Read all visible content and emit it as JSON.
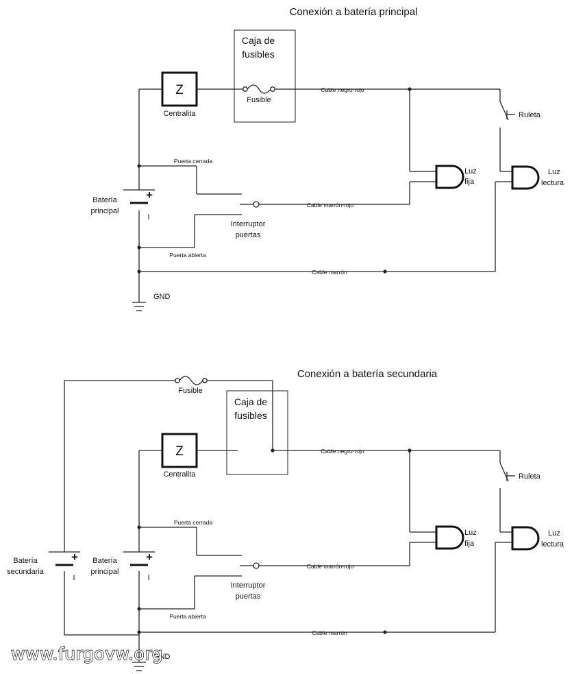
{
  "diagram1": {
    "title": "Conexión a batería principal",
    "fuse_box_line1": "Caja de",
    "fuse_box_line2": "fusibles",
    "fuse_label": "Fusible",
    "unit_symbol": "Z",
    "unit_label": "Centralita",
    "wire_black_red": "Cable negro-rojo",
    "wire_brown_red": "Cable marrón-rojo",
    "wire_brown": "Cable marrón",
    "door_closed": "Puerta cerrada",
    "door_open": "Puerta abierta",
    "battery_line1": "Batería",
    "battery_line2": "principal",
    "battery_plus": "+",
    "battery_minus": "I",
    "switch_line1": "Interruptor",
    "switch_line2": "puertas",
    "fixed_light_line1": "Luz",
    "fixed_light_line2": "fija",
    "reading_light_line1": "Luz",
    "reading_light_line2": "lectura",
    "dimmer_label": "Ruleta",
    "ground_label": "GND"
  },
  "diagram2": {
    "title": "Conexión a batería secundaria",
    "fuse_box_line1": "Caja de",
    "fuse_box_line2": "fusibles",
    "fuse_label": "Fusible",
    "unit_symbol": "Z",
    "unit_label": "Centralita",
    "wire_black_red": "Cable negro-rojo",
    "wire_brown_red": "Cable marrón-rojo",
    "wire_brown": "Cable marrón",
    "door_closed": "Puerta cerrada",
    "door_open": "Puerta abierta",
    "battery_line1": "Batería",
    "battery_line2": "principal",
    "battery_plus": "+",
    "battery_minus": "I",
    "second_battery_line1": "Batería",
    "second_battery_line2": "secundaria",
    "second_battery_plus": "+",
    "second_battery_minus": "I",
    "switch_line1": "Interruptor",
    "switch_line2": "puertas",
    "fixed_light_line1": "Luz",
    "fixed_light_line2": "fija",
    "reading_light_line1": "Luz",
    "reading_light_line2": "lectura",
    "dimmer_label": "Ruleta",
    "ground_label": "GND"
  },
  "watermark": "www.furgovw.org",
  "colors": {
    "wire": "#222222",
    "background": "#ffffff"
  }
}
